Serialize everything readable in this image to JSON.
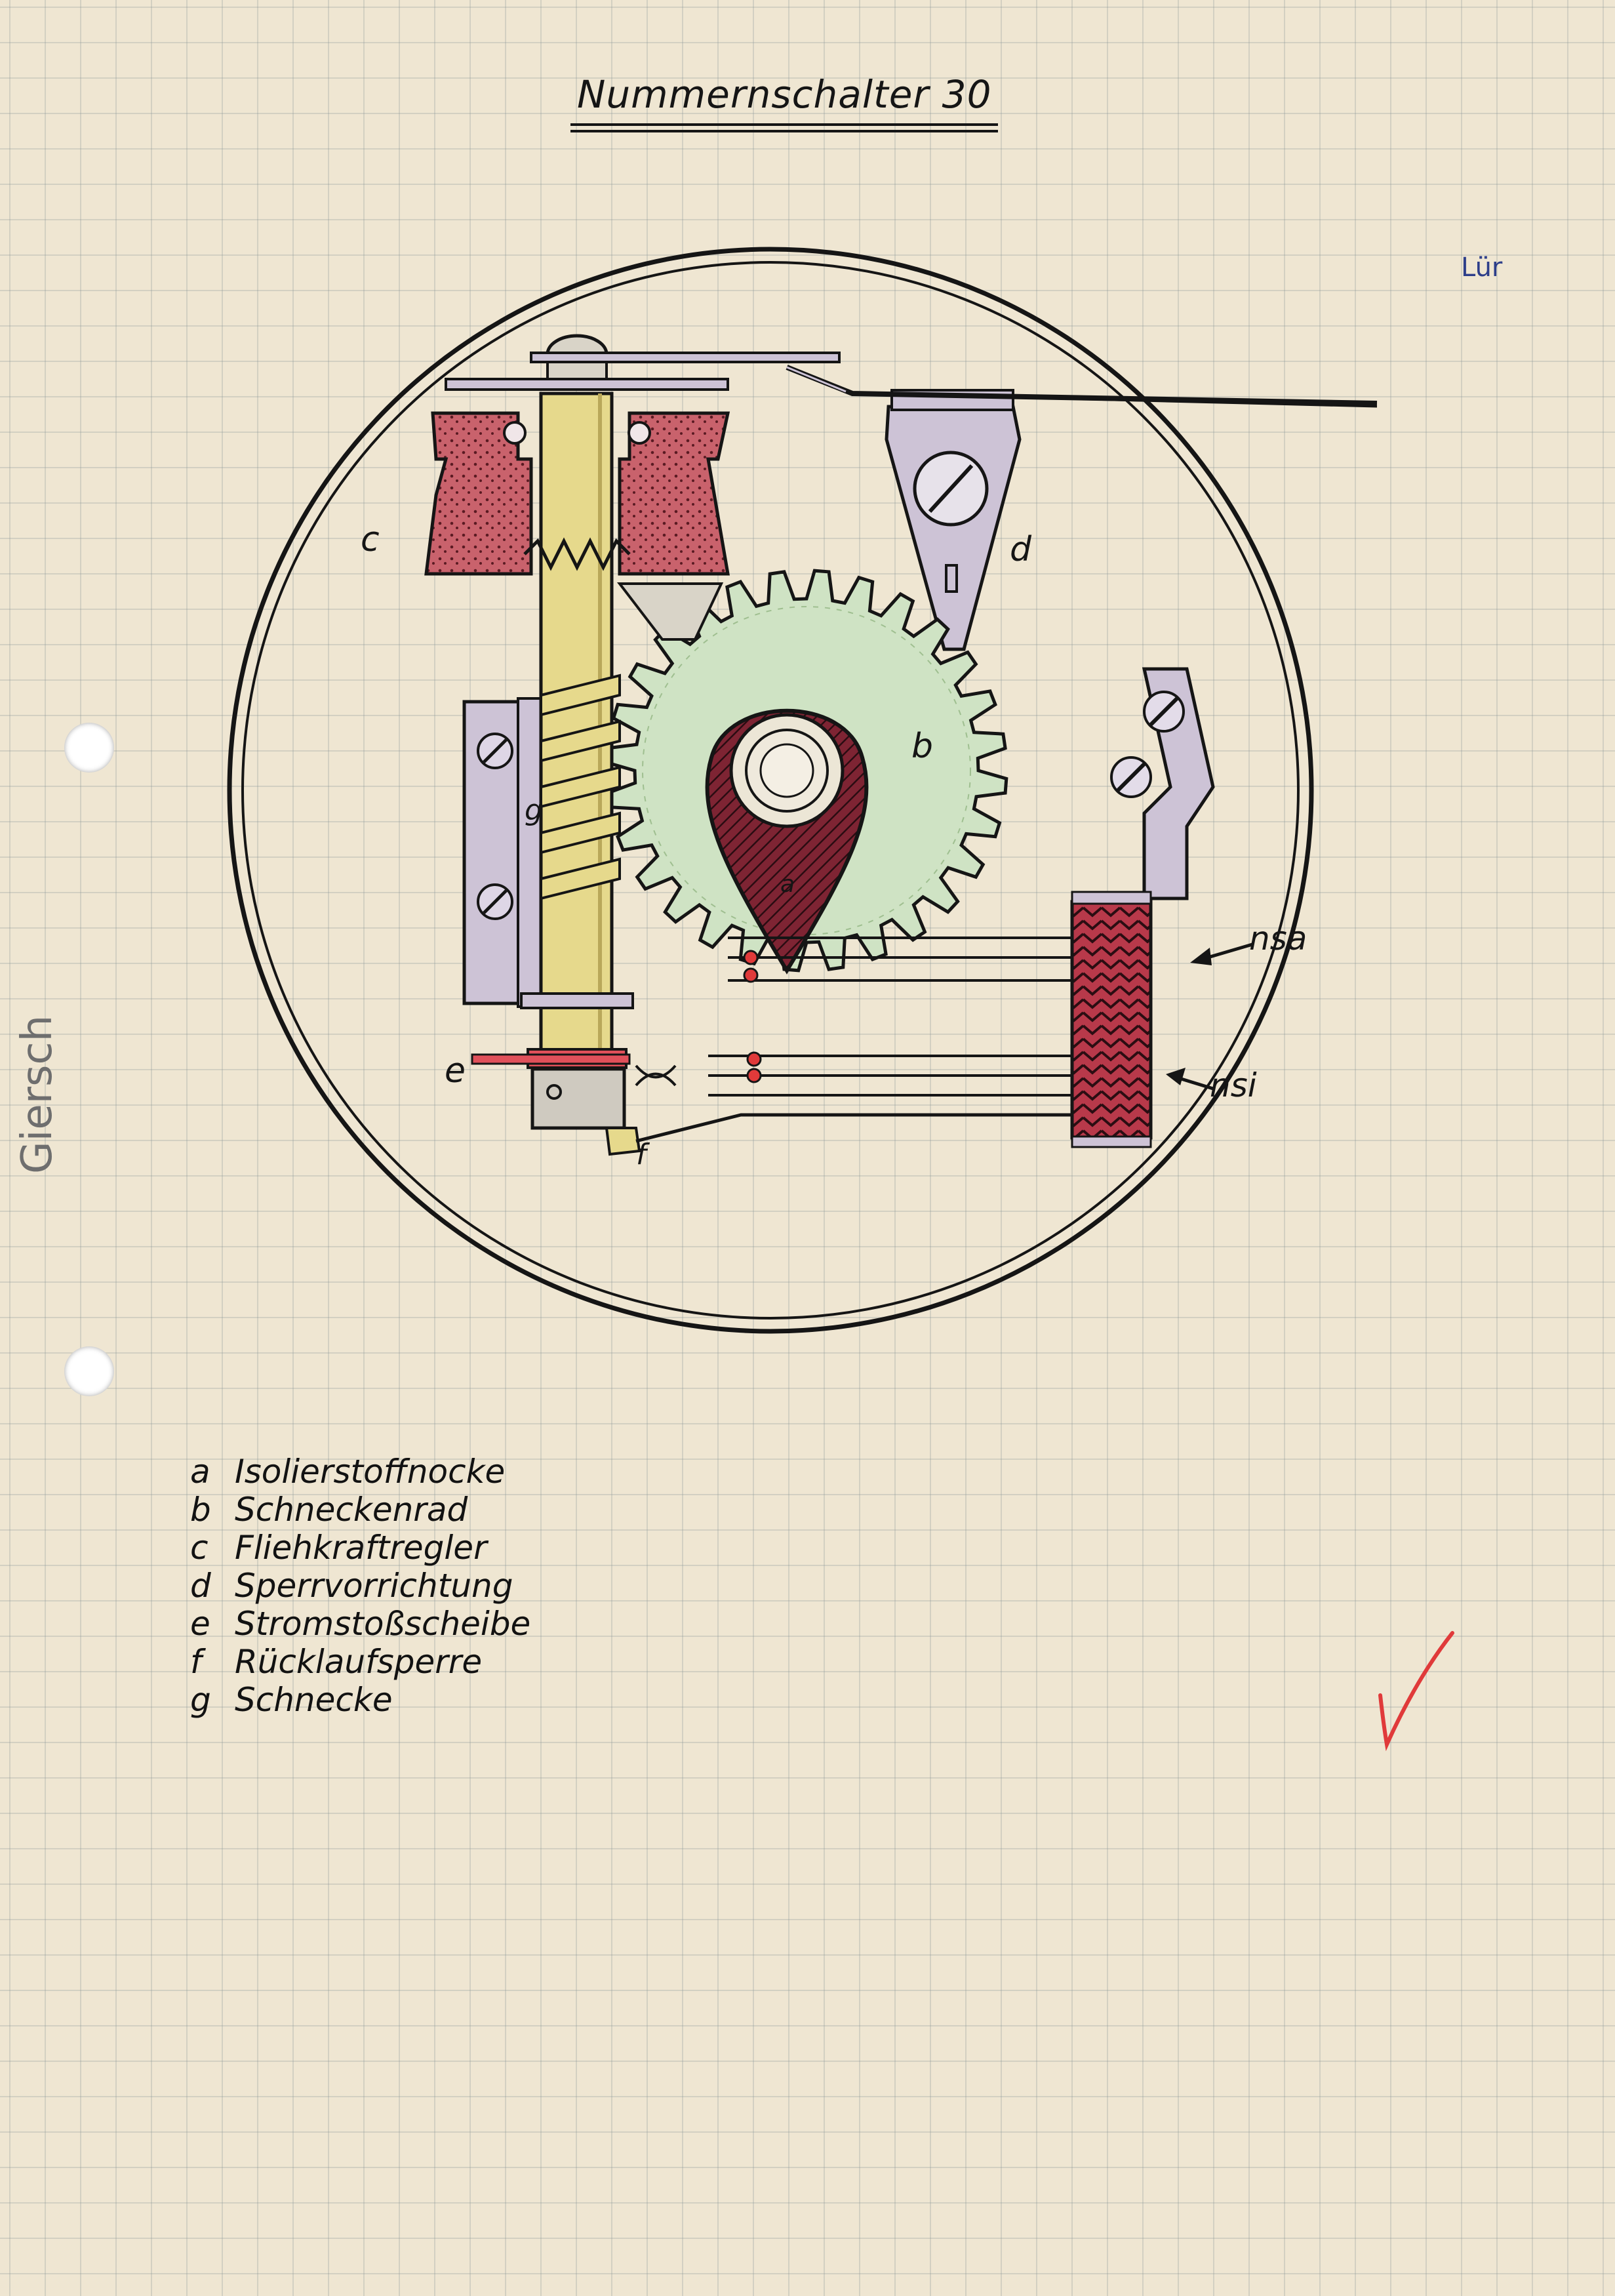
{
  "document": {
    "title": "Nummernschalter 30",
    "author": "Giersch",
    "corner_mark": "Lür"
  },
  "diagram": {
    "labels": {
      "a": "a",
      "b": "b",
      "c": "c",
      "d": "d",
      "e": "e",
      "f": "f",
      "g": "g",
      "nsa": "nsa",
      "nsi": "nsi"
    }
  },
  "legend": [
    {
      "key": "a",
      "text": "Isolierstoffnocke"
    },
    {
      "key": "b",
      "text": "Schneckenrad"
    },
    {
      "key": "c",
      "text": "Fliehkraftregler"
    },
    {
      "key": "d",
      "text": "Sperrvorrichtung"
    },
    {
      "key": "e",
      "text": "Stromstoßscheibe"
    },
    {
      "key": "f",
      "text": "Rücklaufsperre"
    },
    {
      "key": "g",
      "text": "Schnecke"
    }
  ],
  "colors": {
    "paper": "#efe6d2",
    "ink": "#151515",
    "governor_red": "#c9626c",
    "shaft_yellow": "#e6d98c",
    "gear_green": "#cfe3c4",
    "cam_dark_red": "#7e2433",
    "bracket_lilac": "#cdc3d6",
    "pulse_disc_red": "#e0505a",
    "check_red": "#e03a3a"
  }
}
